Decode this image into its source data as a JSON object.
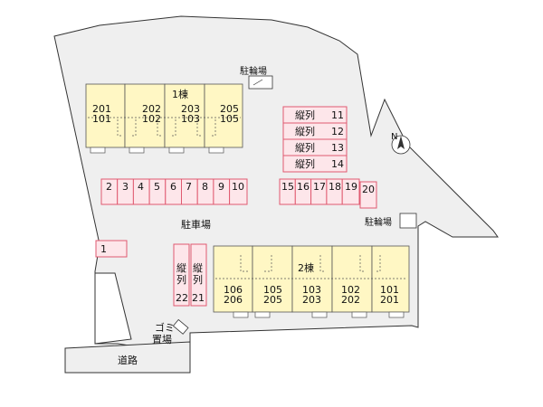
{
  "building1": {
    "name": "1棟",
    "units": [
      {
        "upper": "201",
        "lower": "101"
      },
      {
        "upper": "202",
        "lower": "102"
      },
      {
        "upper": "203",
        "lower": "103"
      },
      {
        "upper": "205",
        "lower": "105"
      }
    ]
  },
  "building2": {
    "name": "2棟",
    "units": [
      {
        "upper": "106",
        "lower": "206"
      },
      {
        "upper": "105",
        "lower": "205"
      },
      {
        "upper": "103",
        "lower": "203"
      },
      {
        "upper": "102",
        "lower": "202"
      },
      {
        "upper": "101",
        "lower": "201"
      }
    ]
  },
  "bicycle_parking": {
    "top": "駐輪場",
    "right": "駐輪場"
  },
  "parking_label": "駐車場",
  "garbage_label": {
    "line1": "ゴミ",
    "line2": "置場"
  },
  "road_label": "道路",
  "vertical_prefix": "縦列",
  "vertical_stalls_right": [
    "11",
    "12",
    "13",
    "14"
  ],
  "vertical_stalls_lower": [
    {
      "label": "縦\n列",
      "num": "22"
    },
    {
      "label": "縦\n列",
      "num": "21"
    }
  ],
  "row_stalls_a": [
    "2",
    "3",
    "4",
    "5",
    "6",
    "7",
    "8",
    "9",
    "10"
  ],
  "row_stalls_b": [
    "15",
    "16",
    "17",
    "18",
    "19",
    "20"
  ],
  "stall_1": "1",
  "compass": "N",
  "colors": {
    "building": "#fff7c4",
    "stall_border": "#e05a70",
    "lot": "#efefef"
  }
}
